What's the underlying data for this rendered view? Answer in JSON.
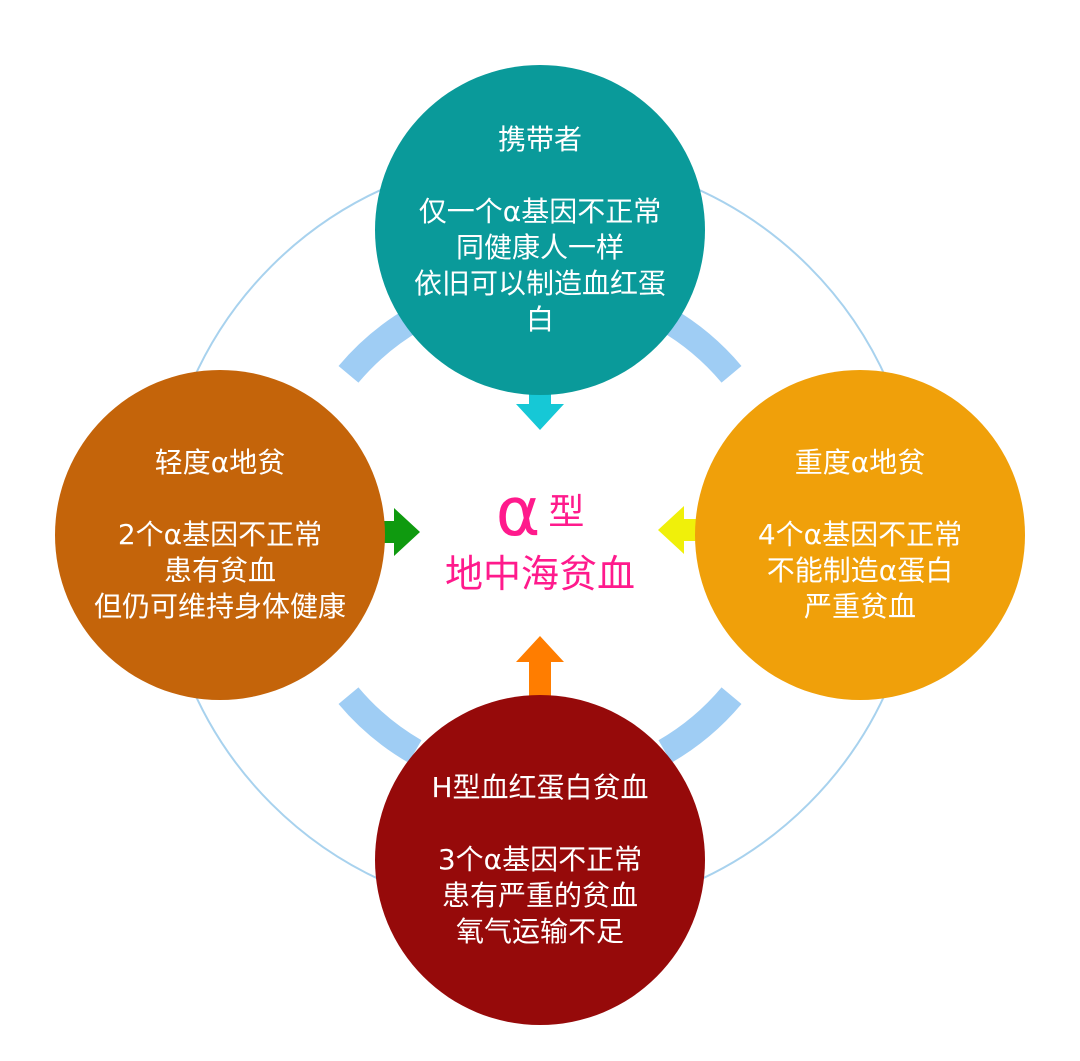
{
  "colors": {
    "ring": "#a8d2ee",
    "ring_band": "#9fcdf4",
    "top": "#0a9a9a",
    "left": "#c4640a",
    "right": "#f0a00a",
    "bottom": "#960a0a",
    "center_text": "#ff1a8c",
    "arrow_top": "#16c8d6",
    "arrow_left": "#0f9a0f",
    "arrow_right": "#f0f00a",
    "arrow_bottom": "#ff7d00"
  },
  "center": {
    "alpha": "α",
    "type": "型",
    "subtitle": "地中海贫血"
  },
  "nodes": {
    "top": {
      "title": "携带者",
      "lines": [
        "仅一个α基因不正常",
        "同健康人一样",
        "依旧可以制造血红蛋",
        "白"
      ]
    },
    "left": {
      "title": "轻度α地贫",
      "lines": [
        "2个α基因不正常",
        "患有贫血",
        "但仍可维持身体健康"
      ]
    },
    "right": {
      "title": "重度α地贫",
      "lines": [
        "4个α基因不正常",
        "不能制造α蛋白",
        "严重贫血"
      ]
    },
    "bottom": {
      "title": "H型血红蛋白贫血",
      "lines": [
        "3个α基因不正常",
        "患有严重的贫血",
        "氧气运输不足"
      ]
    }
  },
  "arrows": [
    "arrow-top",
    "arrow-left",
    "arrow-right",
    "arrow-bottom"
  ]
}
